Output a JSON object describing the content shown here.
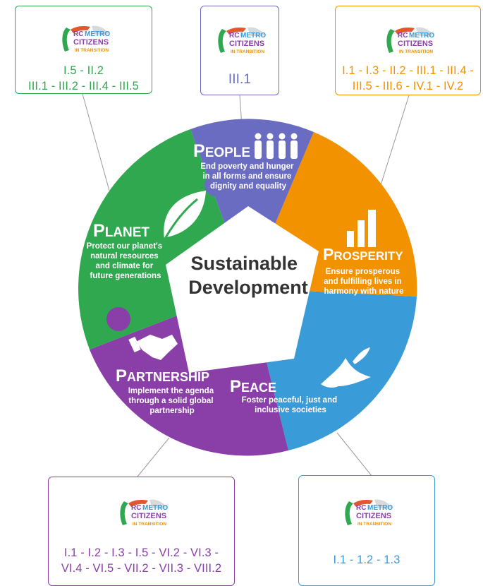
{
  "center": {
    "line1": "Sustainable",
    "line2": "Development"
  },
  "pillars": {
    "people": {
      "title": "People",
      "desc": [
        "End poverty and hunger",
        "in all forms and ensure",
        "dignity and equality"
      ],
      "color": "#6A6CC2"
    },
    "prosperity": {
      "title": "Prosperity",
      "desc": [
        "Ensure prosperous",
        "and fulfilling lives in",
        "harmony with nature"
      ],
      "color": "#F39200"
    },
    "peace": {
      "title": "Peace",
      "desc": [
        "Foster peaceful, just and",
        "inclusive societies"
      ],
      "color": "#3A9BD9"
    },
    "partnership": {
      "title": "Partnership",
      "desc": [
        "Implement the agenda",
        "through a solid global",
        "partnership"
      ],
      "color": "#8A3FA8"
    },
    "planet": {
      "title": "Planet",
      "desc": [
        "Protect our planet's",
        "natural resources",
        "and climate for",
        "future generations"
      ],
      "color": "#2FA84F"
    }
  },
  "logo": {
    "line1": "RC",
    "line2": "METRO",
    "line3": "CITIZENS",
    "line4": "IN TRANSITION"
  },
  "cards": {
    "planet": {
      "lines": [
        "I.5 - II.2",
        "III.1 - III.2 - III.4 - III.5"
      ],
      "color": "#2FA84F"
    },
    "people": {
      "lines": [
        "III.1"
      ],
      "color": "#6A6CC2"
    },
    "prosperity": {
      "lines": [
        "I.1 - I.3 - II.2 - III.1 - III.4 -",
        "III.5 - III.6 - IV.1 - IV.2"
      ],
      "color": "#F39200"
    },
    "partnership": {
      "lines": [
        "I.1 - I.2 - I.3 - I.5 - VI.2 - VI.3 -",
        "VI.4 - VI.5 - VII.2 - VII.3 - VIII.2"
      ],
      "color": "#8A3FA8"
    },
    "peace": {
      "lines": [
        "I.1 - 1.2 - 1.3"
      ],
      "color": "#3A9BD9"
    }
  }
}
